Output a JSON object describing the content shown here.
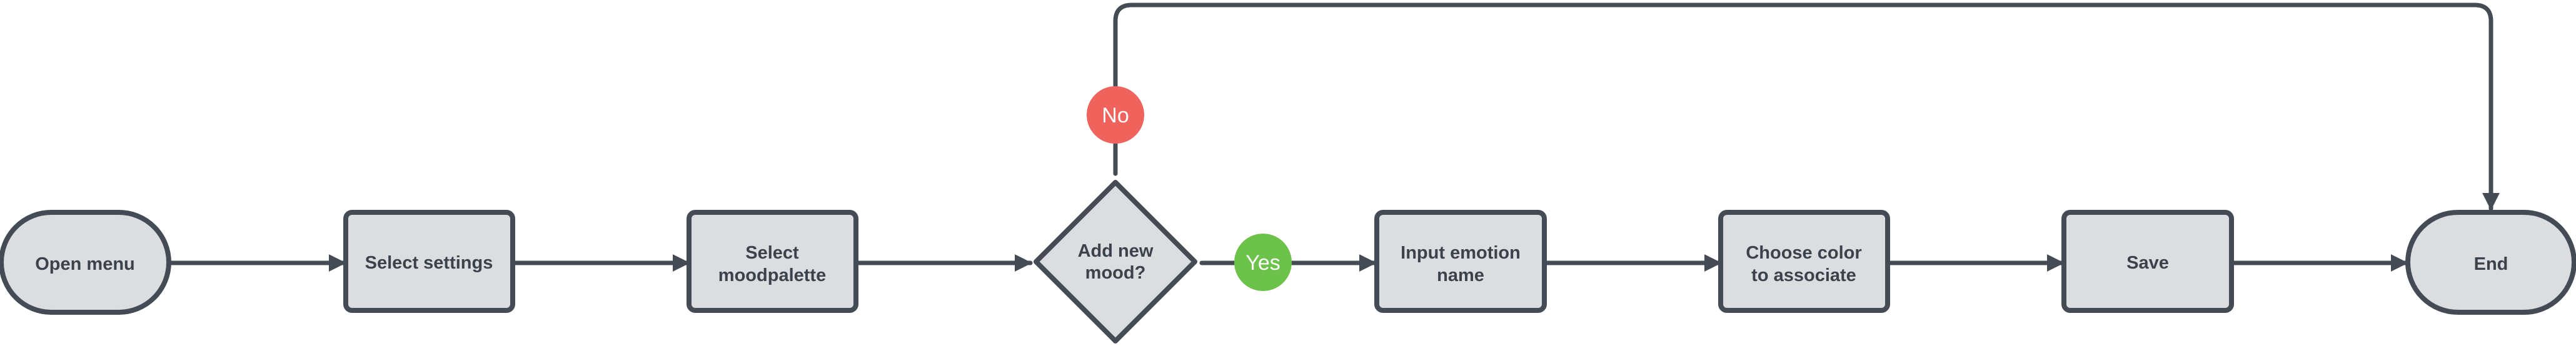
{
  "colors": {
    "node_fill": "#dcdde1",
    "node_stroke": "#454b54",
    "text": "#3c424b",
    "no_badge": "#f0635c",
    "yes_badge": "#6cc24a"
  },
  "diagram": {
    "nodes": [
      {
        "id": "open-menu",
        "shape": "terminal",
        "lines": [
          "Open menu"
        ]
      },
      {
        "id": "select-settings",
        "shape": "process",
        "lines": [
          "Select settings"
        ]
      },
      {
        "id": "select-moodpalette",
        "shape": "process",
        "lines": [
          "Select",
          "moodpalette"
        ]
      },
      {
        "id": "add-new-mood",
        "shape": "decision",
        "lines": [
          "Add new",
          "mood?"
        ]
      },
      {
        "id": "input-emotion-name",
        "shape": "process",
        "lines": [
          "Input emotion",
          "name"
        ]
      },
      {
        "id": "choose-color",
        "shape": "process",
        "lines": [
          "Choose color",
          "to associate"
        ]
      },
      {
        "id": "save",
        "shape": "process",
        "lines": [
          "Save"
        ]
      },
      {
        "id": "end",
        "shape": "terminal",
        "lines": [
          "End"
        ]
      }
    ],
    "edges": [
      {
        "from": "open-menu",
        "to": "select-settings"
      },
      {
        "from": "select-settings",
        "to": "select-moodpalette"
      },
      {
        "from": "select-moodpalette",
        "to": "add-new-mood"
      },
      {
        "from": "add-new-mood",
        "to": "input-emotion-name",
        "label": "Yes"
      },
      {
        "from": "input-emotion-name",
        "to": "choose-color"
      },
      {
        "from": "choose-color",
        "to": "save"
      },
      {
        "from": "save",
        "to": "end"
      },
      {
        "from": "add-new-mood",
        "to": "end",
        "label": "No"
      }
    ],
    "badges": {
      "no": "No",
      "yes": "Yes"
    }
  }
}
